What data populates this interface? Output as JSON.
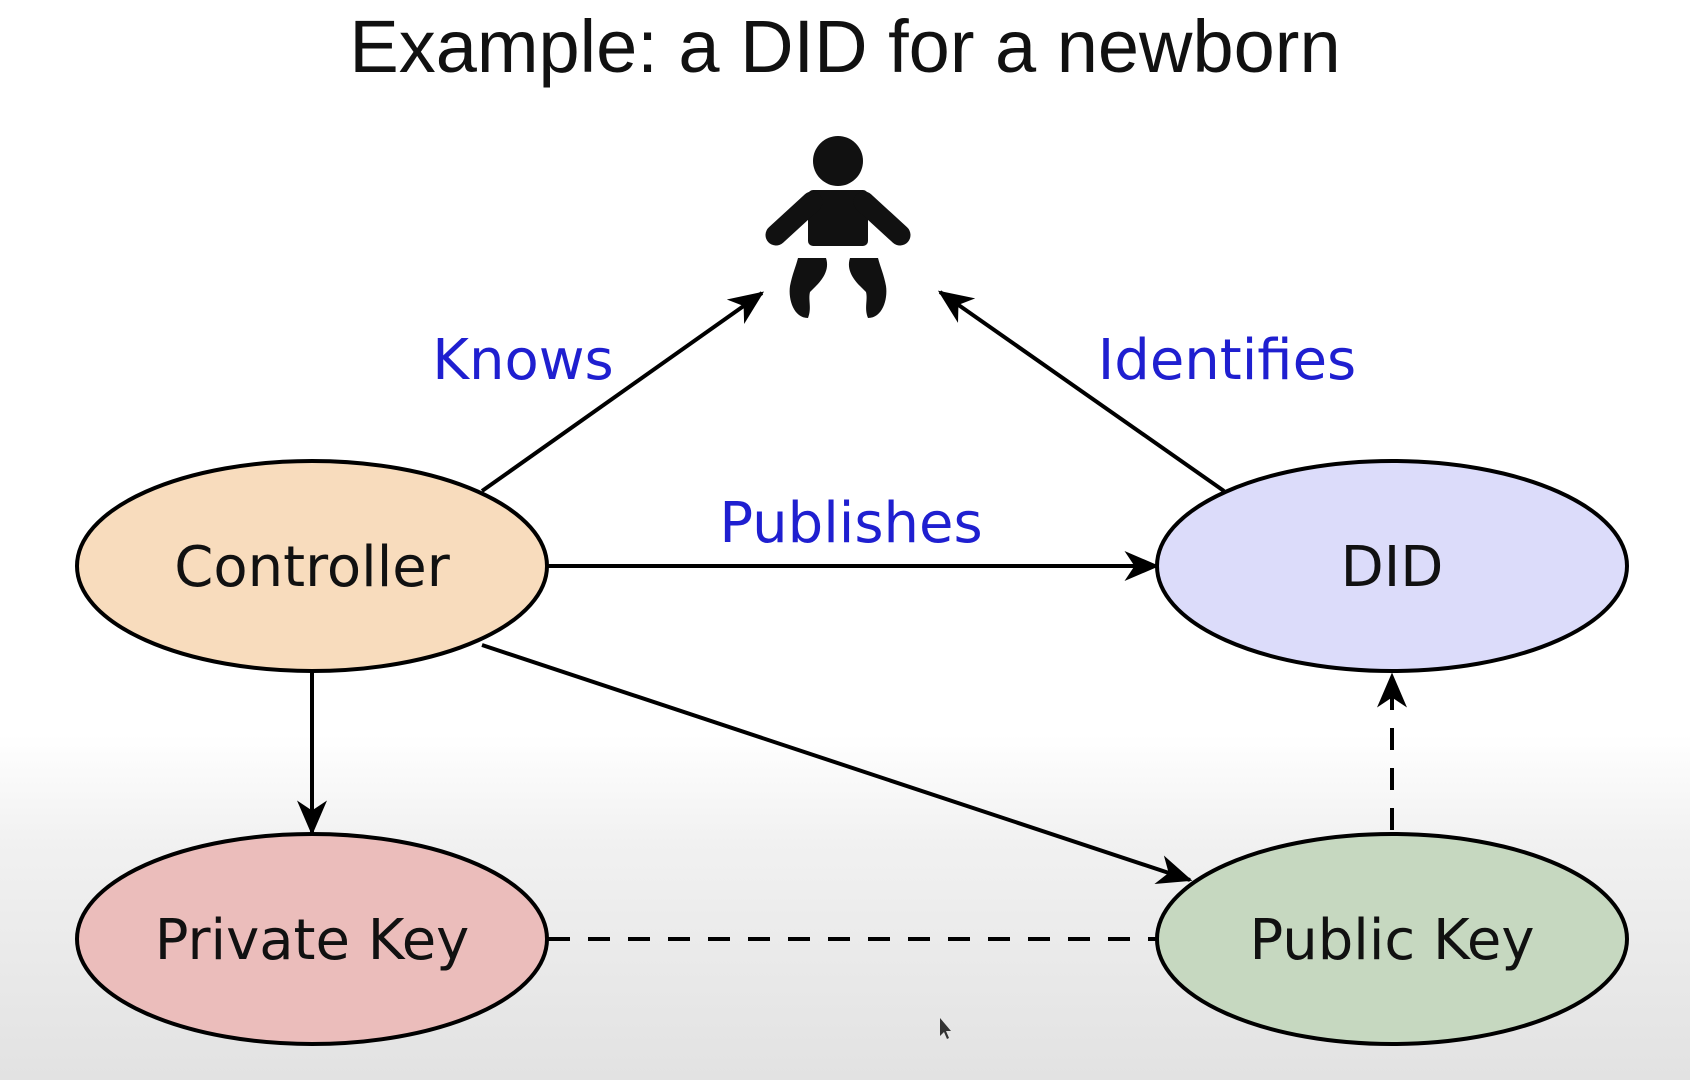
{
  "title": "Example: a DID for a newborn",
  "nodes": {
    "controller": {
      "label": "Controller",
      "fill": "#f8dcbd"
    },
    "did": {
      "label": "DID",
      "fill": "#dcdcfa"
    },
    "private_key": {
      "label": "Private Key",
      "fill": "#ebbdbb"
    },
    "public_key": {
      "label": "Public Key",
      "fill": "#c6d8c0"
    },
    "newborn": {
      "icon": "baby-icon"
    }
  },
  "edges": {
    "knows": {
      "label": "Knows"
    },
    "identifies": {
      "label": "Identifies"
    },
    "publishes": {
      "label": "Publishes"
    }
  },
  "colors": {
    "edge_label": "#1f1fd0",
    "stroke": "#000000"
  }
}
